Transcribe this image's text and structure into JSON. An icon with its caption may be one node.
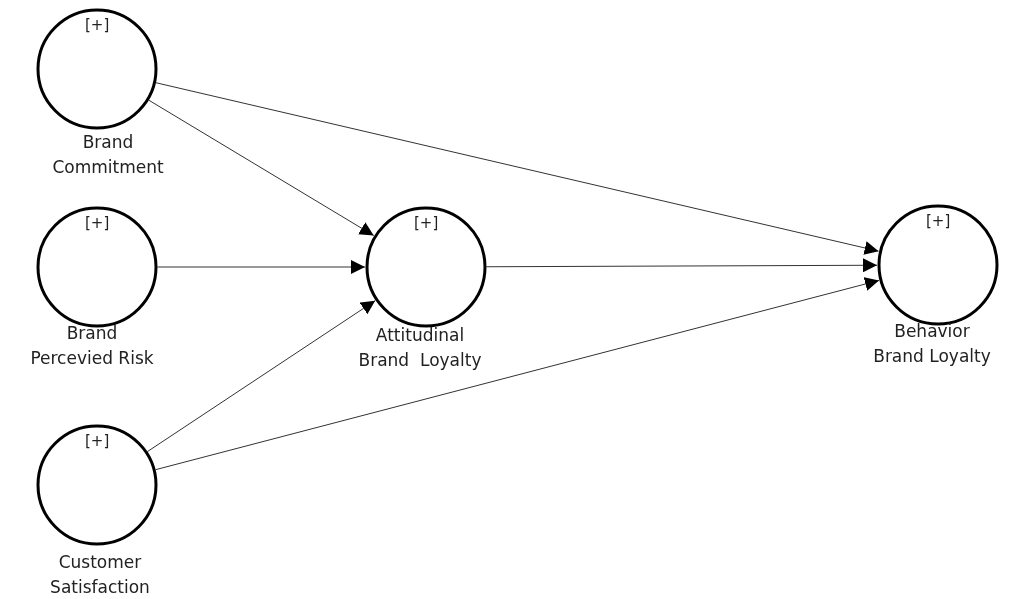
{
  "diagram": {
    "nodes": [
      {
        "text": [
          "[+]",
          "Brand Commitment"
        ]
      },
      {
        "text": [
          "[+]",
          "Brand Percevied Risk"
        ]
      },
      {
        "text": [
          "[+]",
          "Customer Satisfaction"
        ]
      },
      {
        "text": [
          "[+]",
          "Attitudinal Brand  Loyalty"
        ]
      },
      {
        "text": [
          "[+]",
          "Behavior Brand Loyalty"
        ]
      }
    ],
    "edges": [
      {
        "from": 0,
        "to": 3,
        "arrow": "to"
      },
      {
        "from": 0,
        "to": 4,
        "arrow": "to"
      },
      {
        "from": 1,
        "to": 3,
        "arrow": "to"
      },
      {
        "from": 2,
        "to": 3,
        "arrow": "to"
      },
      {
        "from": 2,
        "to": 4,
        "arrow": "to"
      },
      {
        "from": 3,
        "to": 4,
        "arrow": "to"
      }
    ]
  }
}
